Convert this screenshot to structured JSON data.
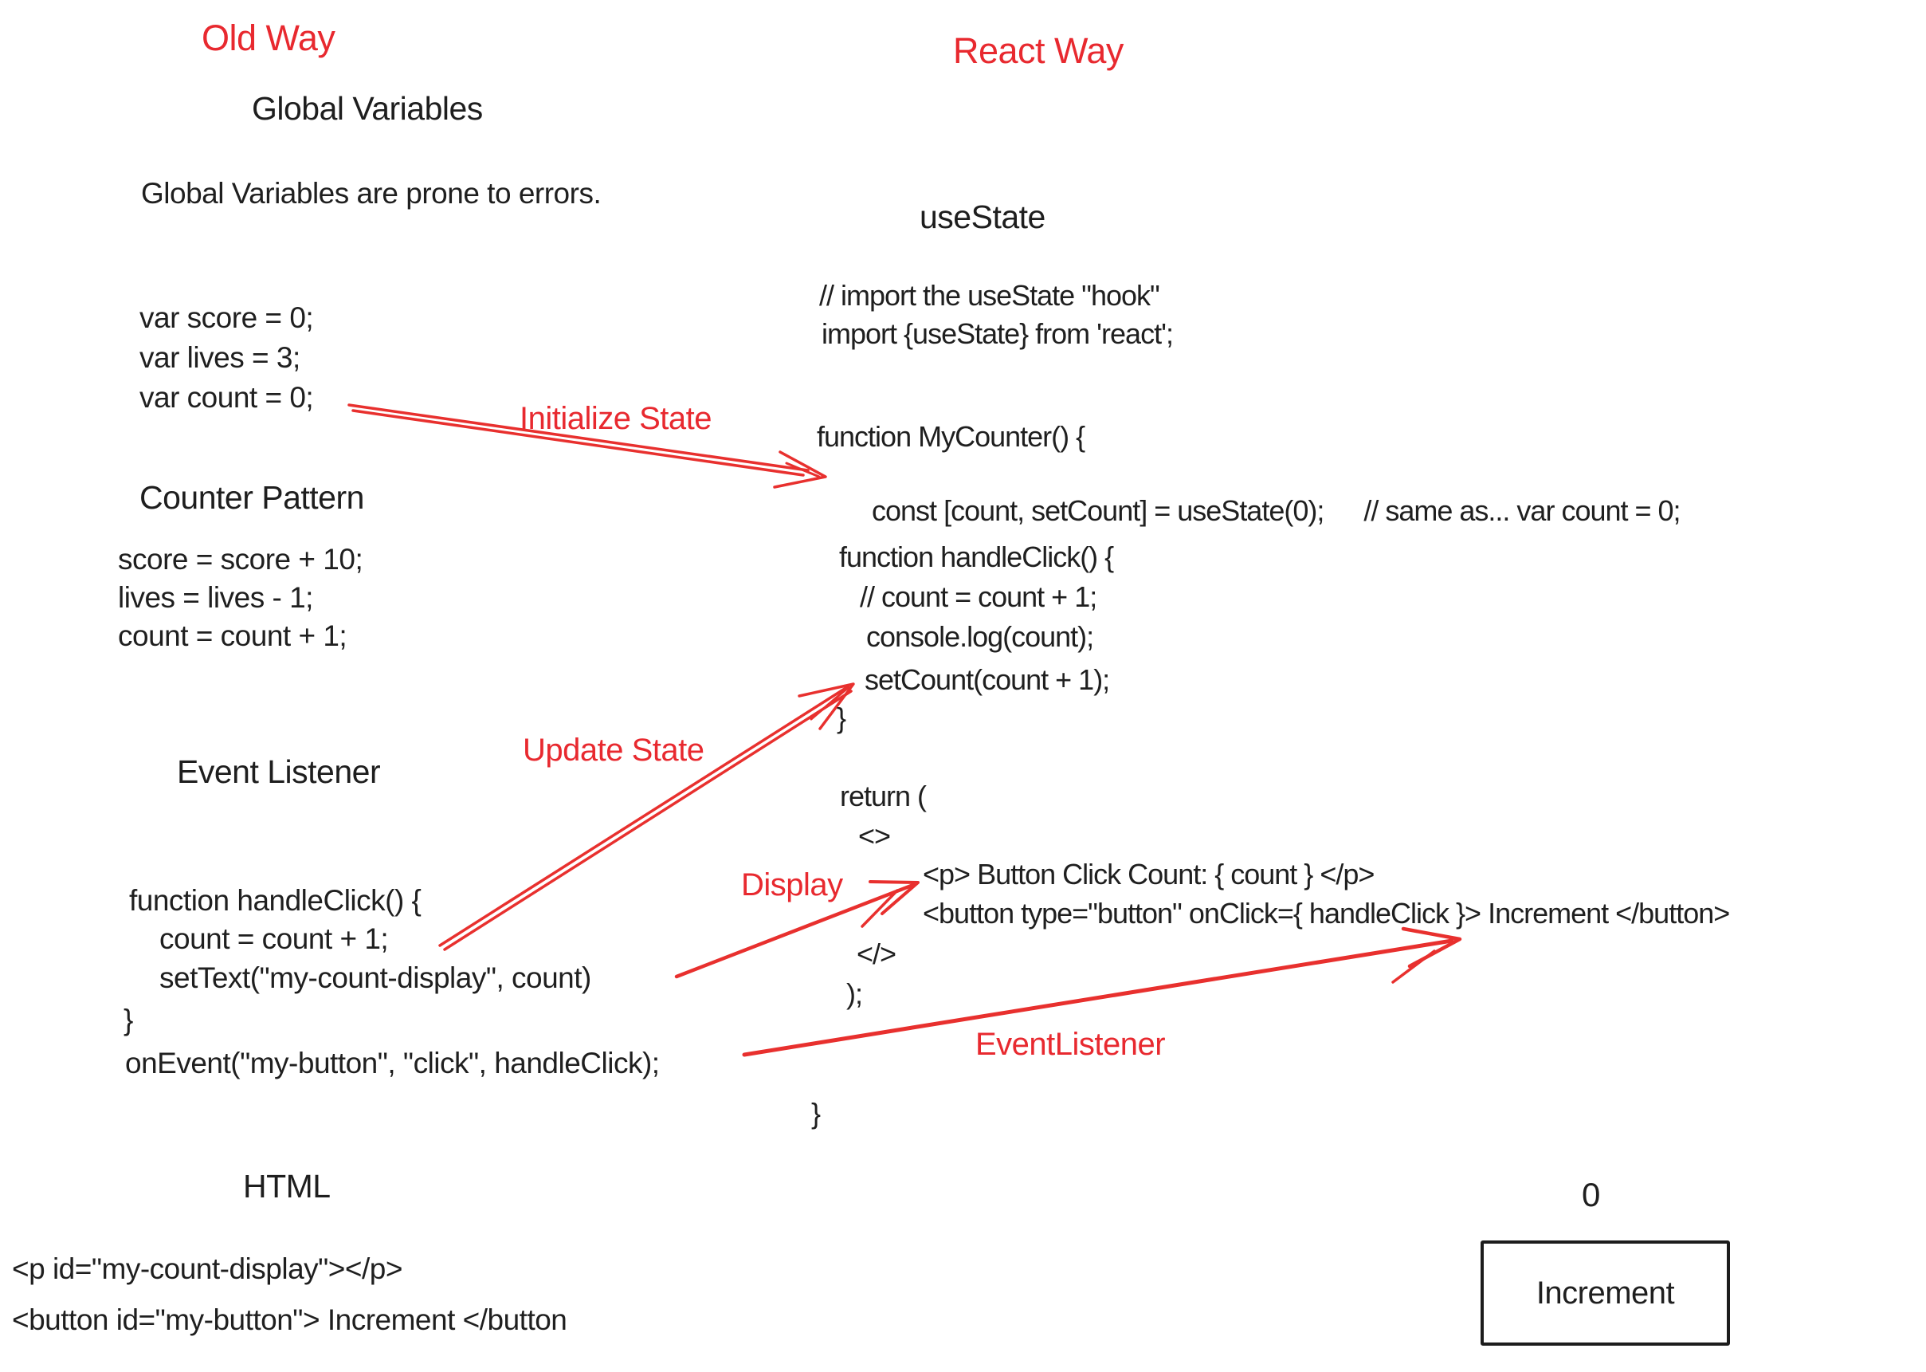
{
  "colors": {
    "accent_red": "#e8292f",
    "text_black": "#212121",
    "background": "#ffffff"
  },
  "old_way": {
    "title": "Old Way",
    "global_variables": {
      "heading": "Global Variables",
      "note": "Global Variables are prone to errors.",
      "code": [
        "var score = 0;",
        "var lives = 3;",
        "var count = 0;"
      ]
    },
    "counter_pattern": {
      "heading": "Counter Pattern",
      "code": [
        "score = score + 10;",
        "lives = lives - 1;",
        "count = count + 1;"
      ]
    },
    "event_listener": {
      "heading": "Event Listener",
      "code": [
        "function handleClick() {",
        "count = count + 1;",
        "setText(\"my-count-display\", count)",
        "}",
        "onEvent(\"my-button\", \"click\", handleClick);"
      ]
    },
    "html_section": {
      "heading": "HTML",
      "code": [
        "<p id=\"my-count-display\"></p>",
        "<button id=\"my-button\"> Increment </button"
      ]
    }
  },
  "react_way": {
    "title": "React Way",
    "heading": "useState",
    "import_block": [
      "// import the useState \"hook\"",
      "import {useState} from 'react';"
    ],
    "my_counter_open": "function MyCounter() {",
    "state_line": "const [count, setCount] = useState(0);",
    "state_comment": "// same as... var count = 0;",
    "handle_click": [
      "function handleClick() {",
      "// count = count + 1;",
      "console.log(count);",
      "setCount(count + 1);",
      "}"
    ],
    "return_open": "return (",
    "fragment_open": "<>",
    "jsx_p": "<p> Button Click Count: { count } </p>",
    "jsx_button": "<button type=\"button\" onClick={ handleClick }> Increment </button>",
    "fragment_close": "</>",
    "return_close": ");",
    "my_counter_close": "}"
  },
  "annotations": {
    "initialize_state": "Initialize State",
    "update_state": "Update State",
    "display": "Display",
    "event_listener": "EventListener"
  },
  "preview": {
    "count_value": "0",
    "button_label": "Increment"
  }
}
